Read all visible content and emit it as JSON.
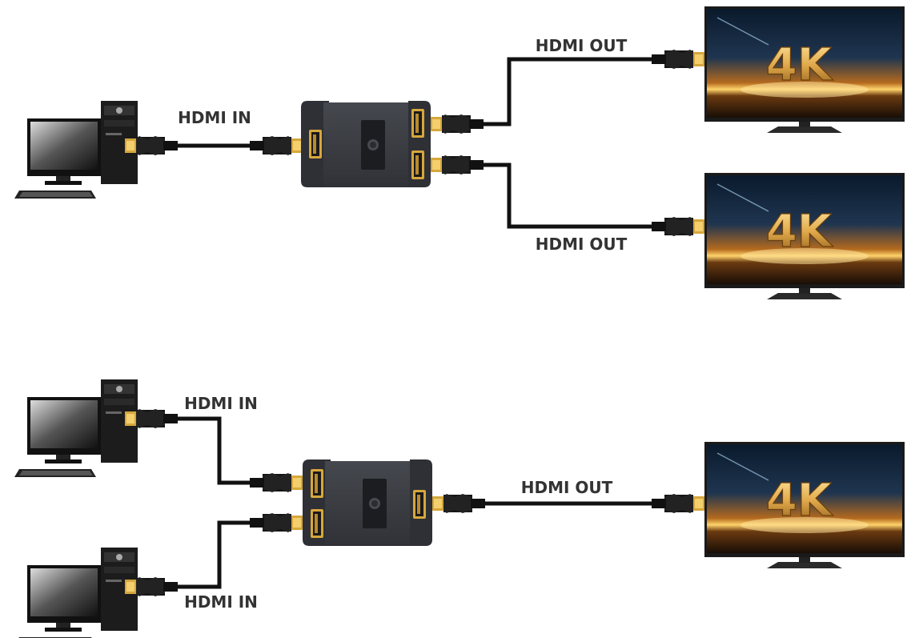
{
  "diagram_top": {
    "input_label": "HDMI IN",
    "output_labels": [
      "HDMI OUT",
      "HDMI OUT"
    ],
    "tv_screen_text": [
      "4K",
      "4K"
    ]
  },
  "diagram_bottom": {
    "input_labels": [
      "HDMI IN",
      "HDMI IN"
    ],
    "output_label": "HDMI OUT",
    "tv_screen_text": "4K"
  },
  "colors": {
    "cable": "#111111",
    "switch_body": "#3b3e44",
    "connector_gold": "#d6a73c",
    "label_text": "#333333"
  }
}
